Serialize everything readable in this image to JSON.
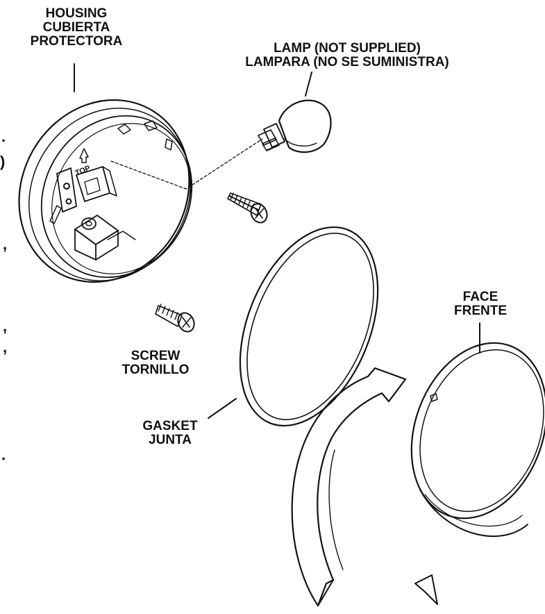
{
  "colors": {
    "line": "#111111",
    "background": "#ffffff"
  },
  "labels": {
    "housing": {
      "en": "HOUSING",
      "es_line1": "CUBIERTA",
      "es_line2": "PROTECTORA"
    },
    "lamp": {
      "en": "LAMP (NOT SUPPLIED)",
      "es": "LAMPARA (NO SE SUMINISTRA)"
    },
    "face": {
      "en": "FACE",
      "es": "FRENTE"
    },
    "screw": {
      "en": "SCREW",
      "es": "TORNILLO"
    },
    "gasket": {
      "en": "GASKET",
      "es": "JUNTA"
    },
    "top_mark": "TOP"
  },
  "edge_fragments": [
    ".",
    ")",
    ",",
    ",",
    ",",
    "."
  ]
}
